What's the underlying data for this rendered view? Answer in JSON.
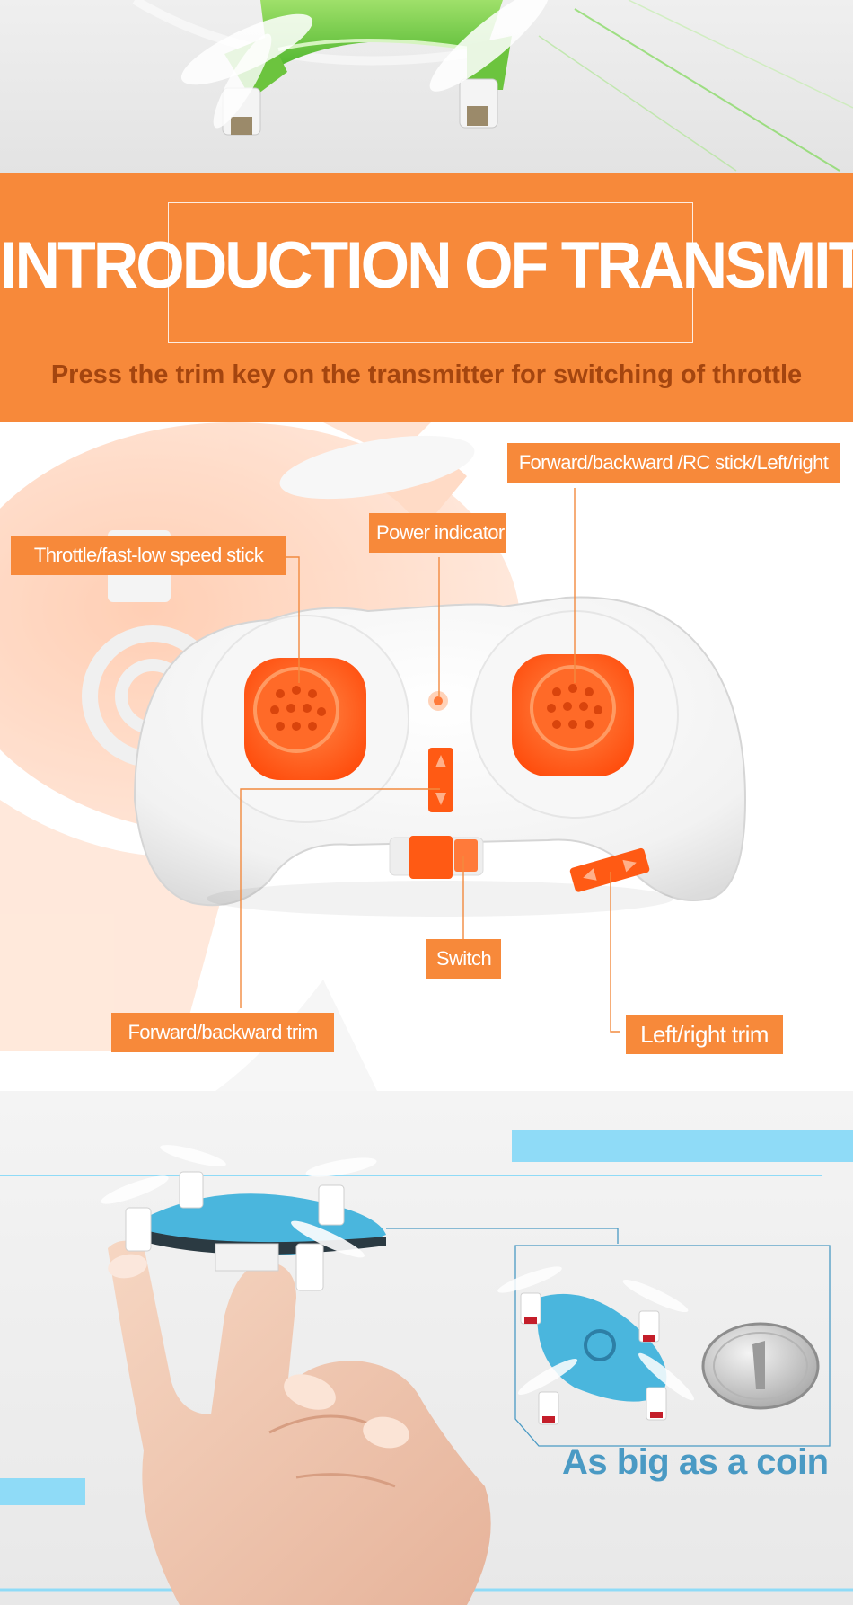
{
  "colors": {
    "accent_orange": "#f7893a",
    "subtitle_brown": "#a4450f",
    "sky_blue": "#8fdbf7",
    "drone_blue": "#4ab6dd",
    "coin_text_blue": "#4a9ac4",
    "stick_orange": "#ff5a14"
  },
  "banner": {
    "title": "INTRODUCTION OF TRANSMITTER",
    "subtitle": "Press the trim key on the transmitter for switching of throttle"
  },
  "transmitter": {
    "labels": {
      "throttle": "Throttle/fast-low speed stick",
      "power": "Power indicator",
      "forward_rc": "Forward/backward /RC stick/Left/right",
      "switch": "Switch",
      "forward_trim": "Forward/backward trim",
      "left_right_trim": "Left/right trim"
    }
  },
  "size_section": {
    "caption": "As big as a coin"
  },
  "icons": {
    "top_drone": "green-drone-image",
    "transmitter": "transmitter-controller-image",
    "hand_drone": "hand-holding-drone-image",
    "coin_drone": "drone-beside-coin-image"
  }
}
